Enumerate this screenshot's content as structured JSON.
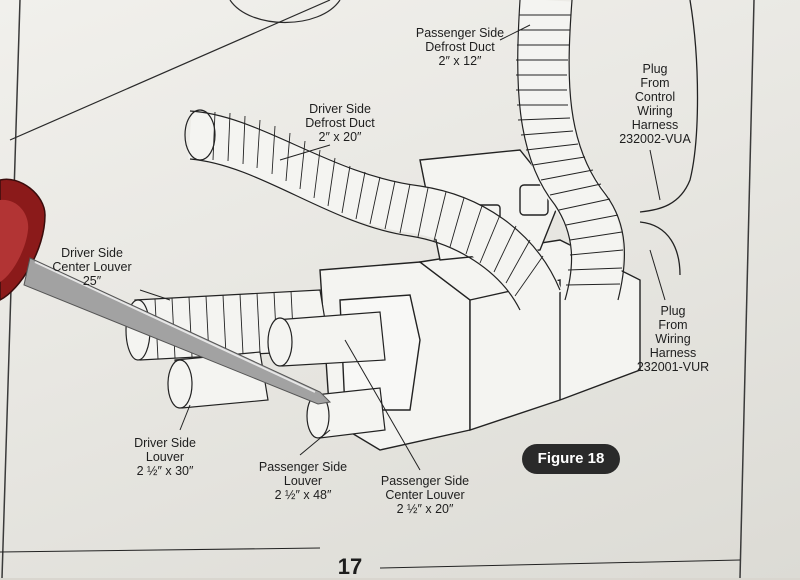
{
  "labels": {
    "passenger_defrost": [
      "Passenger Side",
      "Defrost Duct",
      "2″ x 12″"
    ],
    "driver_defrost": [
      "Driver Side",
      "Defrost Duct",
      "2″ x 20″"
    ],
    "plug_control": [
      "Plug",
      "From",
      "Control",
      "Wiring",
      "Harness",
      "232002-VUA"
    ],
    "plug_wiring": [
      "Plug",
      "From",
      "Wiring",
      "Harness",
      "232001-VUR"
    ],
    "driver_center_louver": [
      "Driver Side",
      "Center Louver",
      "25″"
    ],
    "driver_louver": [
      "Driver Side",
      "Louver",
      "2 ½″ x 30″"
    ],
    "passenger_louver": [
      "Passenger Side",
      "Louver",
      "2 ½″ x 48″"
    ],
    "passenger_center_louver": [
      "Passenger Side",
      "Center Louver",
      "2 ½″ x 20″"
    ]
  },
  "figure_badge": "Figure 18",
  "page_number": "17",
  "colors": {
    "paper": "#eeede9",
    "ink": "#1e1e1e",
    "badge": "#2a2a2a",
    "screwdriver_handle": "#8b1a1a",
    "screwdriver_shaft": "#9a9a9a"
  }
}
